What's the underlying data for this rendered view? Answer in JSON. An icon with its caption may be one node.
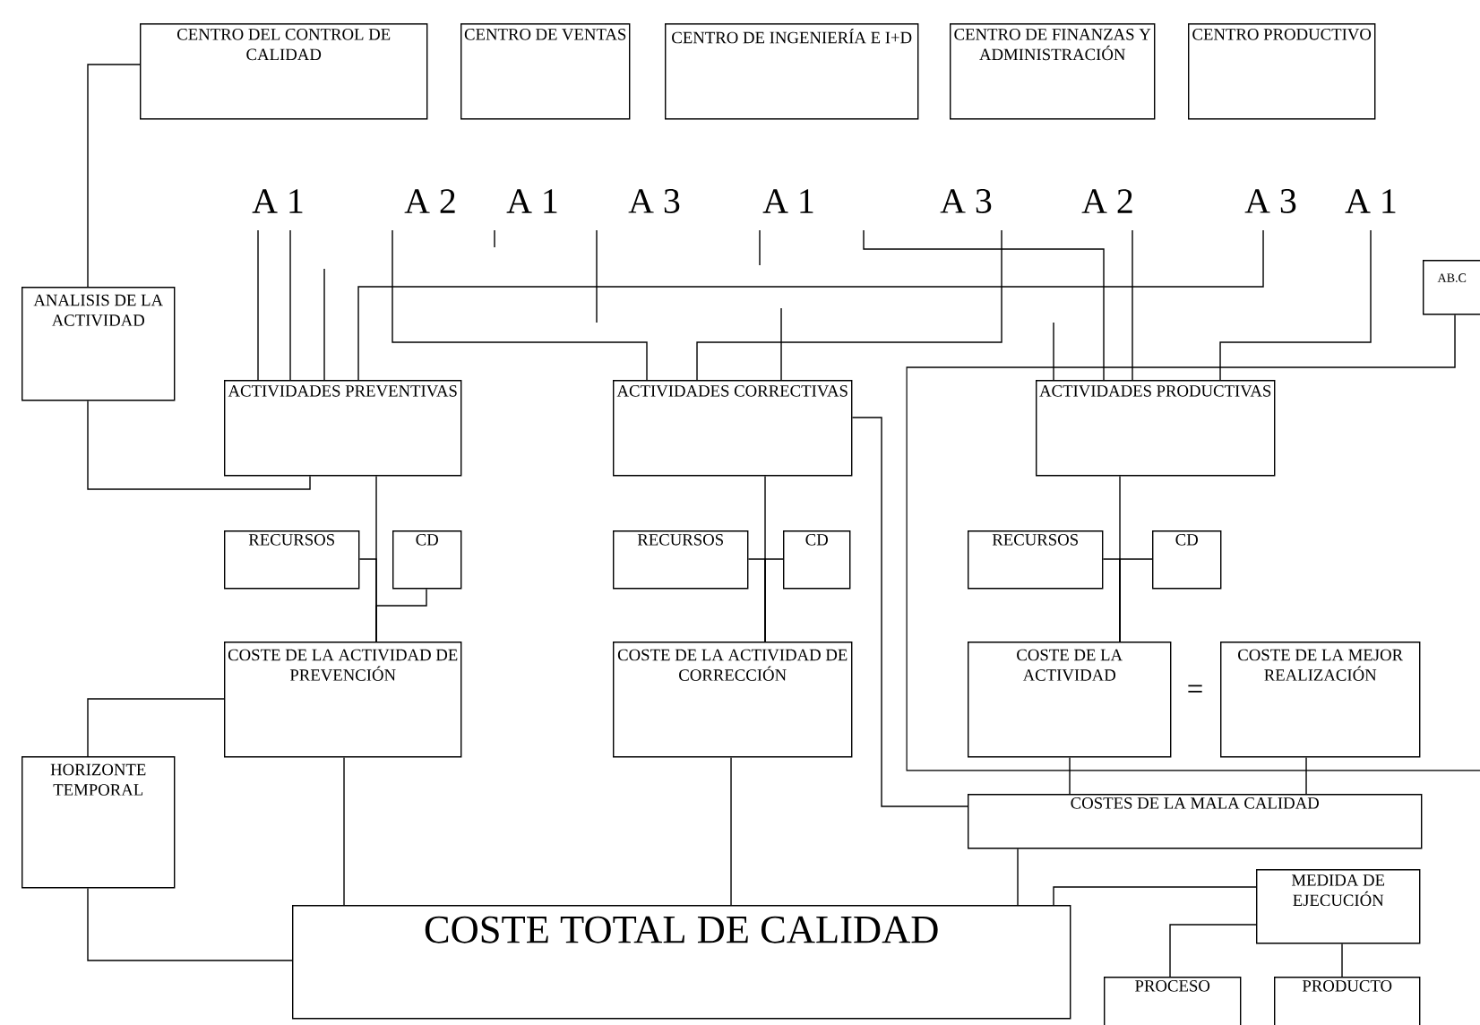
{
  "diagram": {
    "nodes": [
      {
        "text": [
          "CENTRO DEL CONTROL DE CALIDAD"
        ]
      },
      {
        "text": [
          "CENTRO DE VENTAS"
        ]
      },
      {
        "text": [
          "CENTRO DE INGENIERÍA E I+D"
        ]
      },
      {
        "text": [
          "CENTRO DE FINANZAS Y ADMINISTRACIÓN"
        ]
      },
      {
        "text": [
          "CENTRO PRODUCTIVO"
        ]
      },
      {
        "text": [
          "A 1"
        ]
      },
      {
        "text": [
          "A 2"
        ]
      },
      {
        "text": [
          "A 1"
        ]
      },
      {
        "text": [
          "A 3"
        ]
      },
      {
        "text": [
          "A 1"
        ]
      },
      {
        "text": [
          "A 3"
        ]
      },
      {
        "text": [
          "A 2"
        ]
      },
      {
        "text": [
          "A 3"
        ]
      },
      {
        "text": [
          "A 1"
        ]
      },
      {
        "text": [
          "AB.C"
        ]
      },
      {
        "text": [
          "ANALISIS DE LA ACTIVIDAD"
        ]
      },
      {
        "text": [
          "ACTIVIDADES PREVENTIVAS"
        ]
      },
      {
        "text": [
          "ACTIVIDADES CORRECTIVAS"
        ]
      },
      {
        "text": [
          "ACTIVIDADES PRODUCTIVAS"
        ]
      },
      {
        "text": [
          "RECURSOS"
        ]
      },
      {
        "text": [
          "CD"
        ]
      },
      {
        "text": [
          "RECURSOS"
        ]
      },
      {
        "text": [
          "CD"
        ]
      },
      {
        "text": [
          "RECURSOS"
        ]
      },
      {
        "text": [
          "CD"
        ]
      },
      {
        "text": [
          "COSTE DE LA ACTIVIDAD DE PREVENCIÓN"
        ]
      },
      {
        "text": [
          "COSTE DE LA ACTIVIDAD DE CORRECCIÓN"
        ]
      },
      {
        "text": [
          "COSTE DE LA ACTIVIDAD"
        ]
      },
      {
        "text": [
          "COSTE DE LA MEJOR REALIZACIÓN"
        ]
      },
      {
        "text": [
          "HORIZONTE TEMPORAL"
        ]
      },
      {
        "text": [
          "COSTES DE LA MALA CALIDAD"
        ]
      },
      {
        "text": [
          "COSTE TOTAL DE CALIDAD"
        ]
      },
      {
        "text": [
          "MEDIDA DE EJECUCIÓN"
        ]
      },
      {
        "text": [
          "PROCESO"
        ]
      },
      {
        "text": [
          "PRODUCTO"
        ]
      }
    ],
    "edges": [
      {
        "from": 0,
        "to": 15,
        "arrow": "none"
      },
      {
        "from": 15,
        "to": 16,
        "arrow": "none"
      },
      {
        "from": 5,
        "to": 16,
        "arrow": "none"
      },
      {
        "from": 5,
        "to": 16,
        "arrow": "none"
      },
      {
        "from": null,
        "to": 16,
        "arrow": "none"
      },
      {
        "from": 6,
        "to": 17,
        "arrow": "none"
      },
      {
        "from": 7,
        "to": null,
        "arrow": "none"
      },
      {
        "from": 8,
        "to": null,
        "arrow": "none"
      },
      {
        "from": 9,
        "to": null,
        "arrow": "none"
      },
      {
        "from": null,
        "to": 17,
        "arrow": "none"
      },
      {
        "from": 9,
        "to": 18,
        "arrow": "none"
      },
      {
        "from": 10,
        "to": 17,
        "arrow": "none"
      },
      {
        "from": 11,
        "to": 18,
        "arrow": "none"
      },
      {
        "from": 12,
        "to": 16,
        "arrow": "none"
      },
      {
        "from": 13,
        "to": 18,
        "arrow": "none"
      },
      {
        "from": null,
        "to": 18,
        "arrow": "none"
      },
      {
        "from": 14,
        "to": null,
        "arrow": "none"
      },
      {
        "from": 16,
        "to": 25,
        "arrow": "none"
      },
      {
        "from": 19,
        "to": 25,
        "arrow": "none"
      },
      {
        "from": 20,
        "to": 25,
        "arrow": "none"
      },
      {
        "from": 17,
        "to": 26,
        "arrow": "none"
      },
      {
        "from": 21,
        "to": 26,
        "arrow": "none"
      },
      {
        "from": 22,
        "to": 26,
        "arrow": "none"
      },
      {
        "from": 18,
        "to": 27,
        "arrow": "none"
      },
      {
        "from": 23,
        "to": 27,
        "arrow": "none"
      },
      {
        "from": 24,
        "to": 27,
        "arrow": "none"
      },
      {
        "from": 17,
        "to": 30,
        "arrow": "none"
      },
      {
        "from": 27,
        "to": 30,
        "arrow": "none"
      },
      {
        "from": 28,
        "to": 30,
        "arrow": "none"
      },
      {
        "from": 25,
        "to": 29,
        "arrow": "none"
      },
      {
        "from": 29,
        "to": 31,
        "arrow": "none"
      },
      {
        "from": 25,
        "to": 31,
        "arrow": "none"
      },
      {
        "from": 26,
        "to": 31,
        "arrow": "none"
      },
      {
        "from": 30,
        "to": 31,
        "arrow": "none"
      },
      {
        "from": 32,
        "to": 31,
        "arrow": "none"
      },
      {
        "from": 32,
        "to": 33,
        "arrow": "none"
      },
      {
        "from": 32,
        "to": 34,
        "arrow": "none"
      }
    ],
    "labels": [
      "="
    ]
  }
}
